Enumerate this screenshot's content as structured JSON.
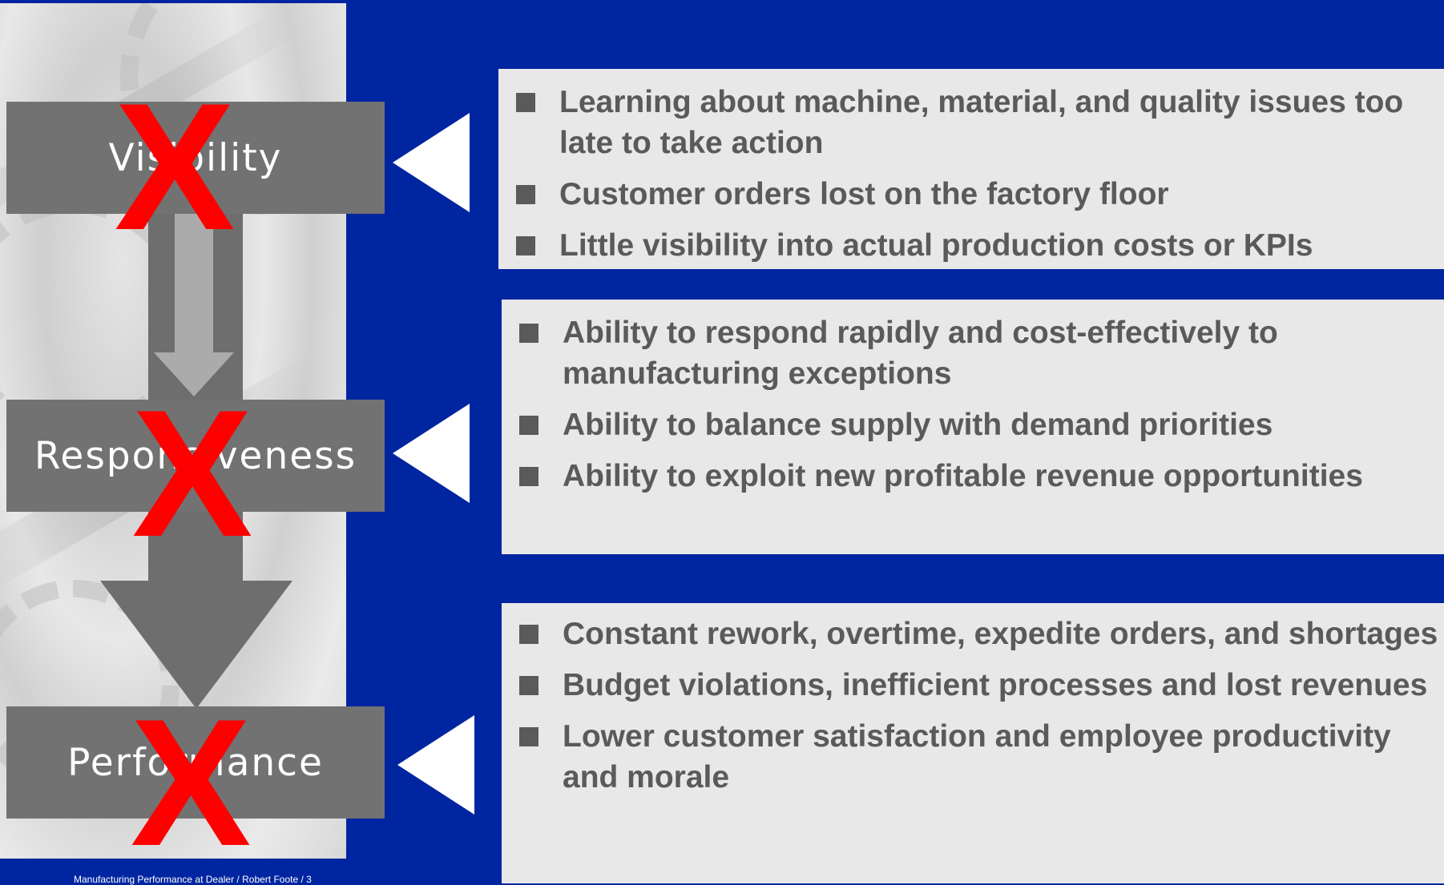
{
  "colors": {
    "background": "#0025a0",
    "stage_box": "#727272",
    "x_mark": "#ff0000",
    "info_box": "#e8e8e8",
    "info_text": "#5a5a5a"
  },
  "stages": [
    {
      "label": "Visibility",
      "mark": "X"
    },
    {
      "label": "Responsiveness",
      "mark": "X"
    },
    {
      "label": "Performance",
      "mark": "X"
    }
  ],
  "issues": [
    {
      "items": [
        "Learning about machine, material, and quality issues too late to take action",
        "Customer orders lost on the factory floor",
        "Little visibility into actual production costs or KPIs"
      ]
    },
    {
      "items": [
        "Ability to respond rapidly and cost-effectively to manufacturing exceptions",
        "Ability to balance supply with demand priorities",
        "Ability to exploit new profitable revenue opportunities"
      ]
    },
    {
      "items": [
        "Constant rework, overtime, expedite orders, and shortages",
        "Budget violations, inefficient processes and lost revenues",
        "Lower customer satisfaction and employee productivity and morale"
      ]
    }
  ],
  "footer": "Manufacturing Performance at Dealer / Robert Foote / 3"
}
